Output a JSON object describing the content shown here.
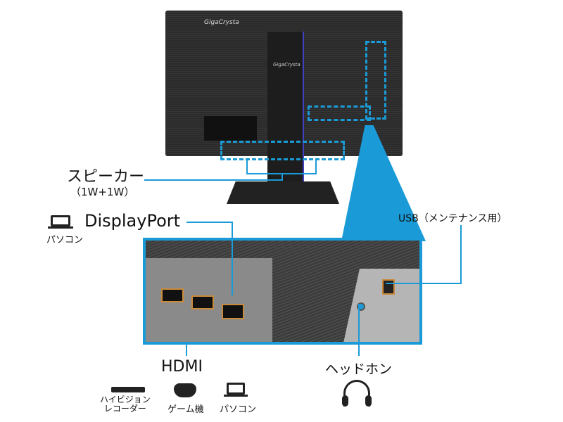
{
  "monitor": {
    "brand": "GigaCrysta"
  },
  "labels": {
    "speaker": "スピーカー",
    "speaker_spec": "（1W+1W）",
    "displayport": "DisplayPort",
    "displayport_device": "パソコン",
    "usb": "USB（メンテナンス用）",
    "hdmi": "HDMI",
    "headphone": "ヘッドホン"
  },
  "hdmi_devices": [
    {
      "icon": "recorder-icon",
      "label_line1": "ハイビジョン",
      "label_line2": "レコーダー"
    },
    {
      "icon": "gamepad-icon",
      "label_line1": "ゲーム機"
    },
    {
      "icon": "laptop-icon",
      "label_line1": "パソコン"
    }
  ],
  "colors": {
    "accent": "#1a9ad6",
    "monitor": "#2a2a2a"
  }
}
